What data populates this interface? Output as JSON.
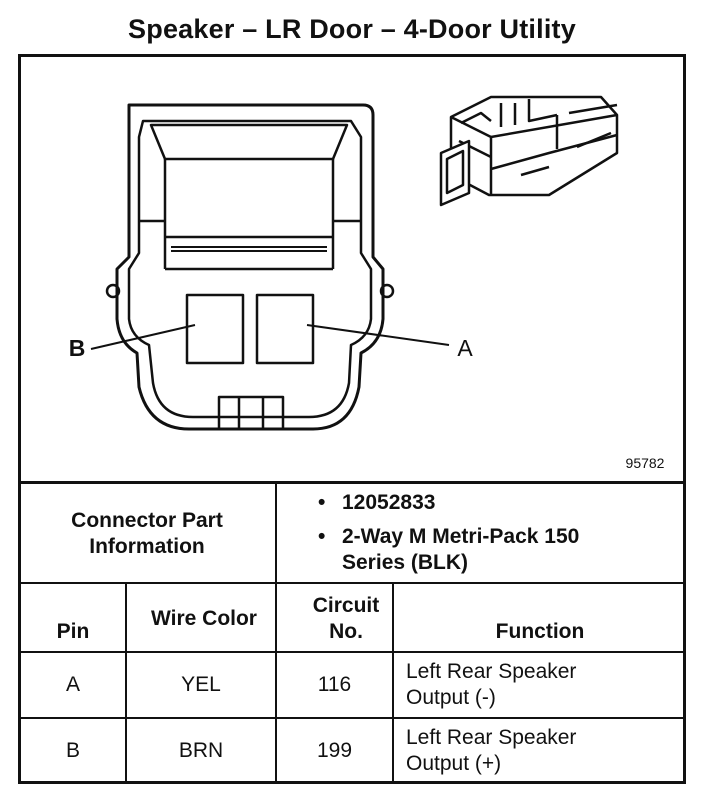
{
  "title": "Speaker – LR Door – 4-Door Utility",
  "diagram": {
    "pin_label_b": "B",
    "pin_label_a": "A",
    "figure_number": "95782"
  },
  "connector_info": {
    "label": "Connector Part Information",
    "items": [
      "12052833",
      "2-Way M Metri-Pack 150 Series (BLK)"
    ]
  },
  "table": {
    "headers": {
      "pin": "Pin",
      "wire_color": "Wire Color",
      "circuit_no": "Circuit No.",
      "function": "Function"
    },
    "rows": [
      {
        "pin": "A",
        "wire_color": "YEL",
        "circuit": "116",
        "function": "Left Rear Speaker Output (-)"
      },
      {
        "pin": "B",
        "wire_color": "BRN",
        "circuit": "199",
        "function": "Left Rear Speaker Output (+)"
      }
    ]
  }
}
